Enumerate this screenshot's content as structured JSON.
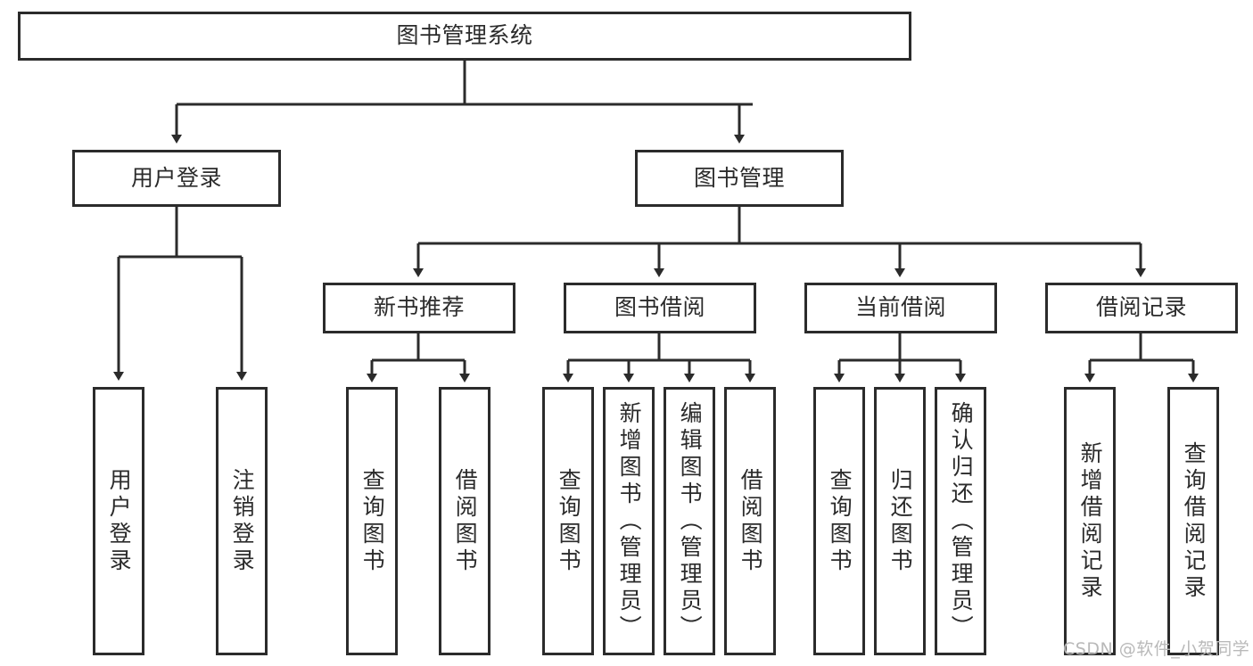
{
  "diagram": {
    "type": "tree-hierarchy",
    "title": "图书管理系统",
    "watermark": "CSDN @软件_小贺同学",
    "colors": {
      "stroke": "#2b2b2b",
      "fill": "#ffffff",
      "background": "#ffffff",
      "watermark": "#b9b9b9"
    },
    "levels": {
      "root": {
        "label": "图书管理系统"
      },
      "level2": [
        {
          "id": "user-login",
          "label": "用户登录"
        },
        {
          "id": "book-management",
          "label": "图书管理"
        }
      ],
      "level3": [
        {
          "id": "new-book-recommend",
          "label": "新书推荐",
          "parent": "book-management"
        },
        {
          "id": "book-borrow",
          "label": "图书借阅",
          "parent": "book-management"
        },
        {
          "id": "current-borrow",
          "label": "当前借阅",
          "parent": "book-management"
        },
        {
          "id": "borrow-record",
          "label": "借阅记录",
          "parent": "book-management"
        }
      ],
      "leaves": [
        {
          "id": "leaf-user-login",
          "label": "用户登录",
          "parent": "user-login"
        },
        {
          "id": "leaf-logout-login",
          "label": "注销登录",
          "parent": "user-login"
        },
        {
          "id": "leaf-query-book-1",
          "label": "查询图书",
          "parent": "new-book-recommend"
        },
        {
          "id": "leaf-borrow-book-1",
          "label": "借阅图书",
          "parent": "new-book-recommend"
        },
        {
          "id": "leaf-query-book-2",
          "label": "查询图书",
          "parent": "book-borrow"
        },
        {
          "id": "leaf-add-book",
          "label": "新增图书（管理员）",
          "parent": "book-borrow"
        },
        {
          "id": "leaf-edit-book",
          "label": "编辑图书（管理员）",
          "parent": "book-borrow"
        },
        {
          "id": "leaf-borrow-book-2",
          "label": "借阅图书",
          "parent": "book-borrow"
        },
        {
          "id": "leaf-query-book-3",
          "label": "查询图书",
          "parent": "current-borrow"
        },
        {
          "id": "leaf-return-book",
          "label": "归还图书",
          "parent": "current-borrow"
        },
        {
          "id": "leaf-confirm-return",
          "label": "确认归还（管理员）",
          "parent": "current-borrow"
        },
        {
          "id": "leaf-add-borrow-record",
          "label": "新增借阅记录",
          "parent": "borrow-record"
        },
        {
          "id": "leaf-query-borrow-record",
          "label": "查询借阅记录",
          "parent": "borrow-record"
        }
      ]
    }
  }
}
